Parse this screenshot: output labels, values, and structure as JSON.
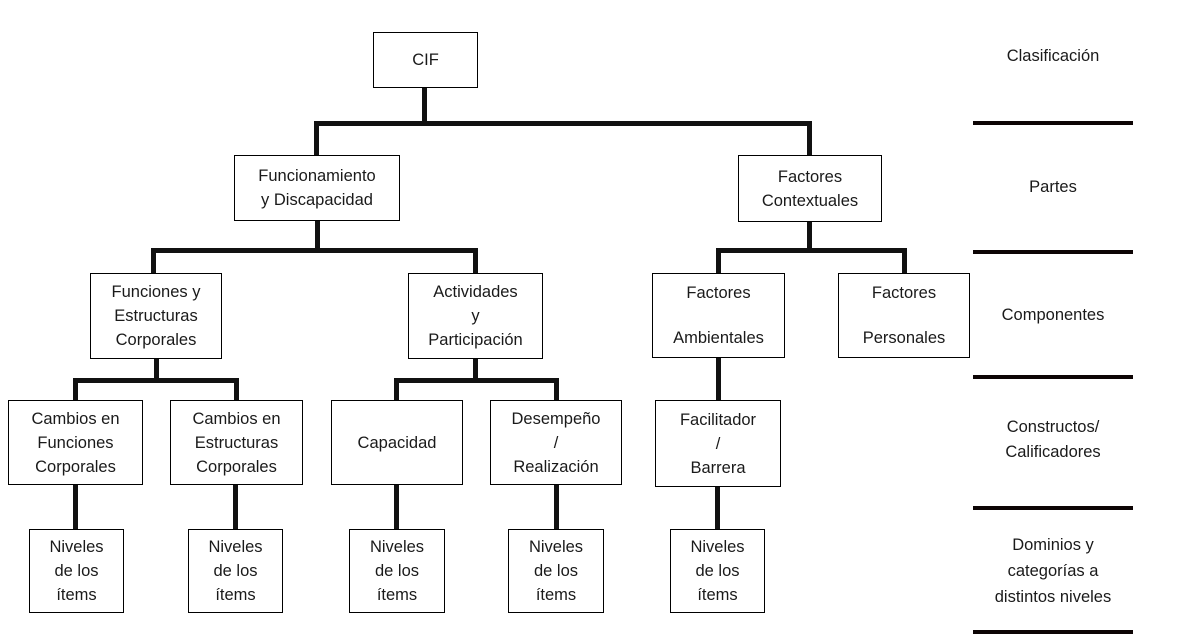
{
  "nodes": {
    "cif": {
      "lines": [
        "CIF"
      ]
    },
    "funcionamiento_discapacidad": {
      "lines": [
        "Funcionamiento",
        "y Discapacidad"
      ]
    },
    "factores_contextuales": {
      "lines": [
        "Factores",
        "Contextuales"
      ]
    },
    "funciones_estructuras_corporales": {
      "lines": [
        "Funciones y",
        "Estructuras",
        "Corporales"
      ]
    },
    "actividades_participacion": {
      "lines": [
        "Actividades",
        "y",
        "Participación"
      ]
    },
    "factores_ambientales": {
      "lines": [
        "Factores",
        "Ambientales"
      ]
    },
    "factores_personales": {
      "lines": [
        "Factores",
        "Personales"
      ]
    },
    "cambios_funciones_corporales": {
      "lines": [
        "Cambios en",
        "Funciones",
        "Corporales"
      ]
    },
    "cambios_estructuras_corporales": {
      "lines": [
        "Cambios en",
        "Estructuras",
        "Corporales"
      ]
    },
    "capacidad": {
      "lines": [
        "Capacidad"
      ]
    },
    "desempeno_realizacion": {
      "lines": [
        "Desempeño",
        "/",
        "Realización"
      ]
    },
    "facilitador_barrera": {
      "lines": [
        "Facilitador",
        "/",
        "Barrera"
      ]
    },
    "niveles_items": {
      "lines": [
        "Niveles",
        "de los",
        "ítems"
      ]
    }
  },
  "row_labels": {
    "clasificacion": {
      "lines": [
        "Clasificación"
      ]
    },
    "partes": {
      "lines": [
        "Partes"
      ]
    },
    "componentes": {
      "lines": [
        "Componentes"
      ]
    },
    "constructos_calificadores": {
      "lines": [
        "Constructos/",
        "Calificadores"
      ]
    },
    "dominios_categorias": {
      "lines": [
        "Dominios y",
        "categorías a",
        "distintos niveles"
      ]
    }
  },
  "colors": {
    "line": "#000000",
    "text": "#1a1a1a",
    "background": "#ffffff"
  }
}
